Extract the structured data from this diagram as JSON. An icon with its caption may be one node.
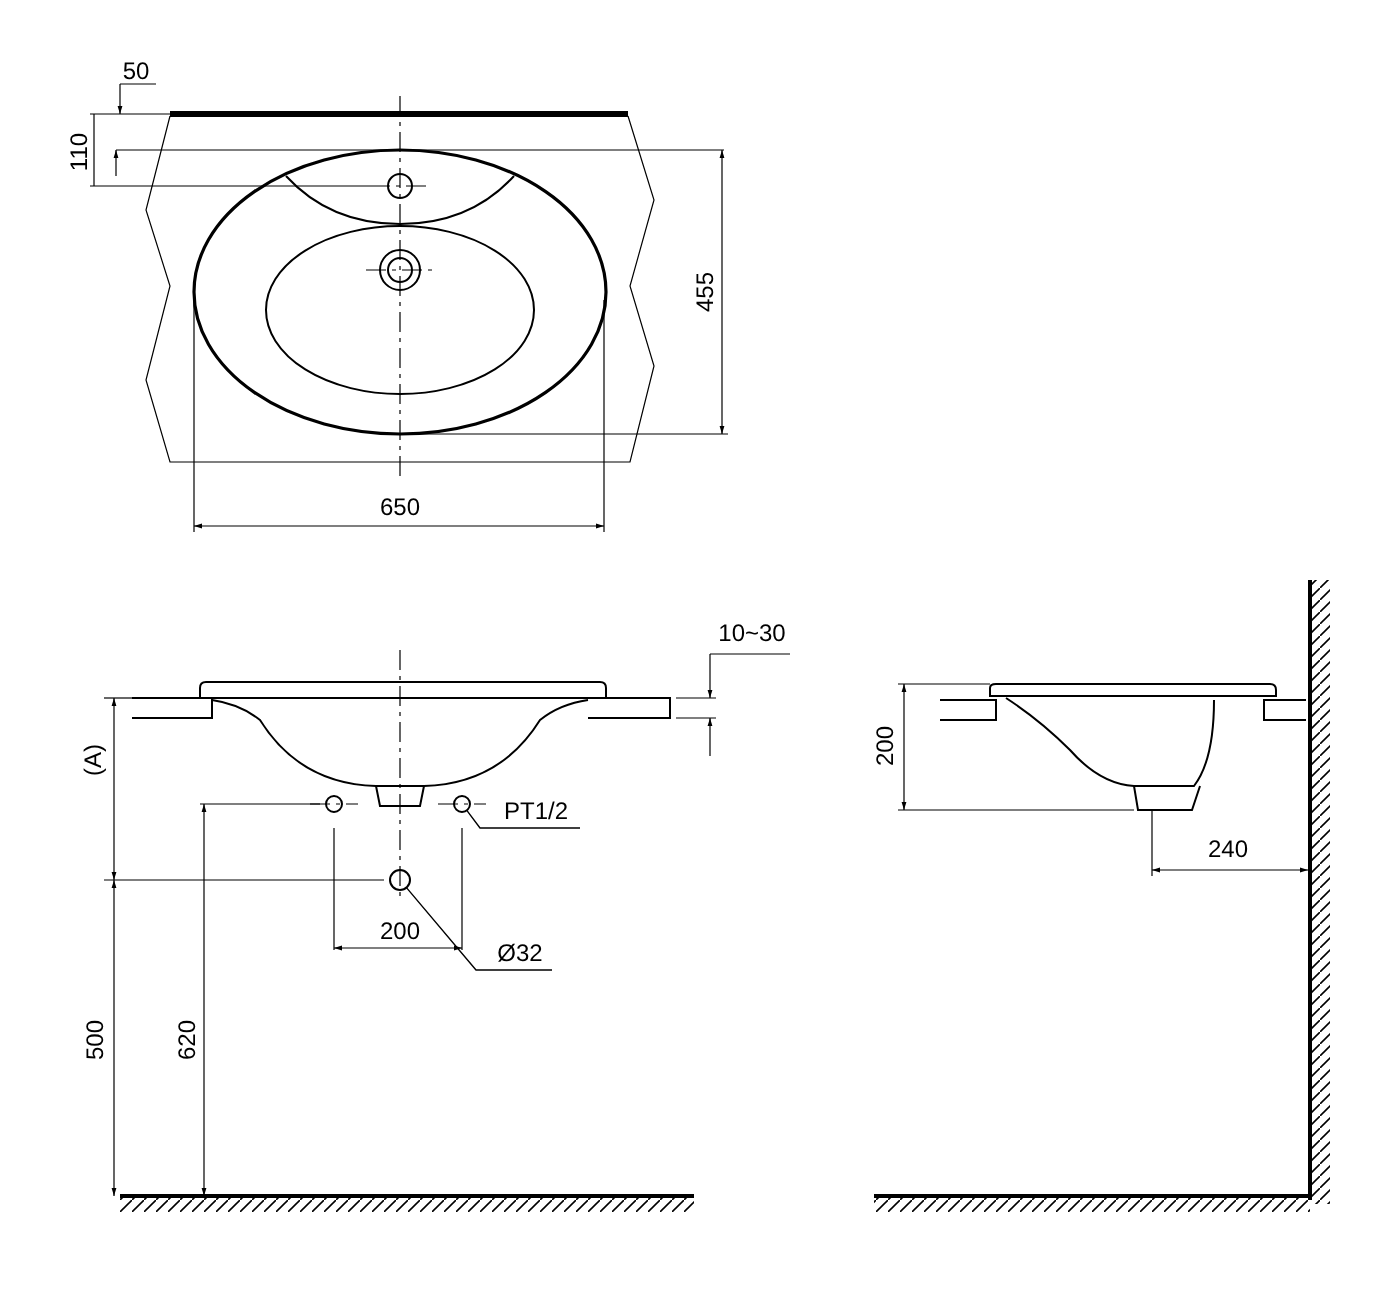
{
  "diagram": {
    "nodes": [
      {
        "text": [
          "PT1/2"
        ]
      },
      {
        "text": [],
        "shape": "circle"
      },
      {
        "text": [
          "Ø32"
        ]
      },
      {
        "text": [],
        "shape": "circle"
      }
    ],
    "edges": [
      {
        "from": 0,
        "to": 1,
        "arrow": "none"
      },
      {
        "from": 2,
        "to": 3,
        "arrow": "none"
      }
    ],
    "labels": [
      "50",
      "110",
      "455",
      "650",
      "10~30",
      "(A)",
      "200",
      "500",
      "620",
      "200",
      "240"
    ]
  }
}
